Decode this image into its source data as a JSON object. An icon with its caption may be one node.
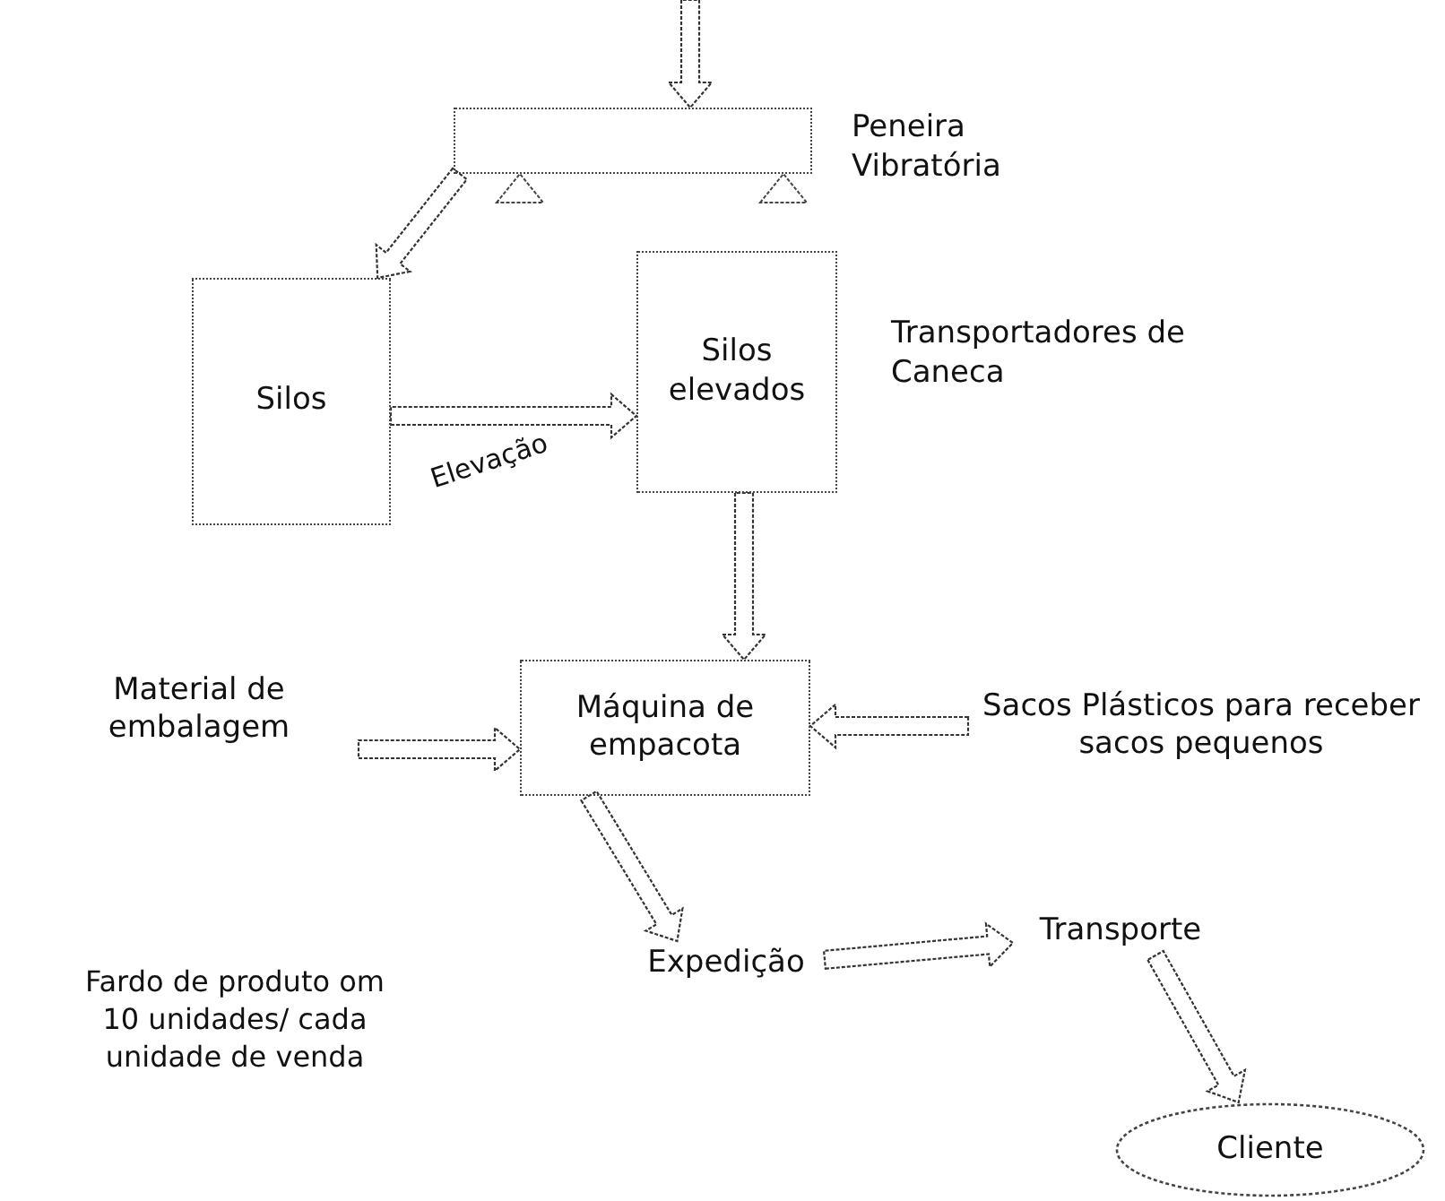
{
  "diagram": {
    "nodes": [
      {
        "text": [],
        "shape": "box",
        "beside": [
          "Peneira Vibratória"
        ]
      },
      {
        "text": [
          "Silos"
        ]
      },
      {
        "text": [
          "Silos elevados"
        ],
        "beside": [
          "Transportadores de Caneca"
        ]
      },
      {
        "text": [
          "Máquina de empacota"
        ]
      },
      {
        "text": [
          "Material de embalagem"
        ]
      },
      {
        "text": [
          "Sacos Plásticos para receber sacos pequenos"
        ]
      },
      {
        "text": [
          "Expedição"
        ]
      },
      {
        "text": [
          "Transporte"
        ]
      },
      {
        "text": [
          "Cliente"
        ]
      }
    ],
    "edges": [
      {
        "from": null,
        "to": 0,
        "arrow": "to"
      },
      {
        "from": 0,
        "to": 1,
        "arrow": "to"
      },
      {
        "from": 1,
        "to": 2,
        "arrow": "to",
        "label": "Elevação"
      },
      {
        "from": 2,
        "to": 3,
        "arrow": "to"
      },
      {
        "from": 4,
        "to": 3,
        "arrow": "to"
      },
      {
        "from": 5,
        "to": 3,
        "arrow": "to"
      },
      {
        "from": 3,
        "to": 6,
        "arrow": "to"
      },
      {
        "from": 6,
        "to": 7,
        "arrow": "to"
      },
      {
        "from": 7,
        "to": 8,
        "arrow": "to"
      }
    ],
    "labels": [
      "Fardo de produto om 10 unidades/ cada unidade de venda"
    ]
  }
}
